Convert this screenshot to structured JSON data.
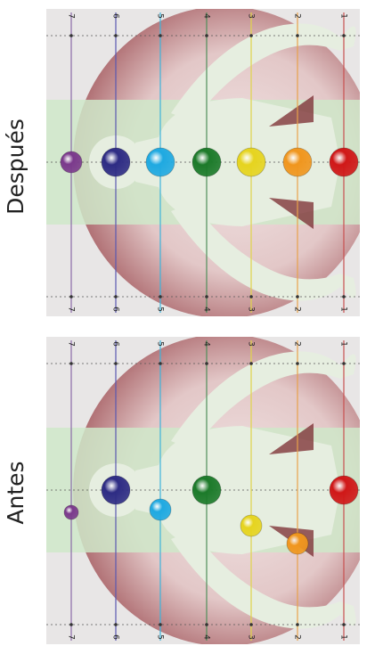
{
  "panels": [
    {
      "id": "despues",
      "label": "Después",
      "line_numbers": [
        "7",
        "6",
        "5",
        "4",
        "3",
        "2",
        "1"
      ],
      "chakras": [
        {
          "n": "7",
          "color": "#7b3a8c",
          "aligned": true,
          "size": "small"
        },
        {
          "n": "6",
          "color": "#2e2c84",
          "aligned": true,
          "size": "large"
        },
        {
          "n": "5",
          "color": "#1fa9e1",
          "aligned": true,
          "size": "large"
        },
        {
          "n": "4",
          "color": "#1c7a2a",
          "aligned": true,
          "size": "large"
        },
        {
          "n": "3",
          "color": "#e6d41f",
          "aligned": true,
          "size": "large"
        },
        {
          "n": "2",
          "color": "#f0961e",
          "aligned": true,
          "size": "large"
        },
        {
          "n": "1",
          "color": "#d01818",
          "aligned": true,
          "size": "large"
        }
      ]
    },
    {
      "id": "antes",
      "label": "Antes",
      "line_numbers": [
        "7",
        "6",
        "5",
        "4",
        "3",
        "2",
        "1"
      ],
      "chakras": [
        {
          "n": "7",
          "color": "#7b3a8c",
          "aligned": false,
          "size": "tiny"
        },
        {
          "n": "6",
          "color": "#2e2c84",
          "aligned": true,
          "size": "large"
        },
        {
          "n": "5",
          "color": "#1fa9e1",
          "aligned": false,
          "size": "medium"
        },
        {
          "n": "4",
          "color": "#1c7a2a",
          "aligned": true,
          "size": "large"
        },
        {
          "n": "3",
          "color": "#e6d41f",
          "aligned": false,
          "size": "medium"
        },
        {
          "n": "2",
          "color": "#f0961e",
          "aligned": false,
          "size": "small"
        },
        {
          "n": "1",
          "color": "#d01818",
          "aligned": true,
          "size": "large"
        }
      ]
    }
  ],
  "line_colors": [
    "#8a6aa8",
    "#5a58b0",
    "#3cb4dc",
    "#4f8f5a",
    "#e0d44a",
    "#e8a24a",
    "#c85050"
  ]
}
